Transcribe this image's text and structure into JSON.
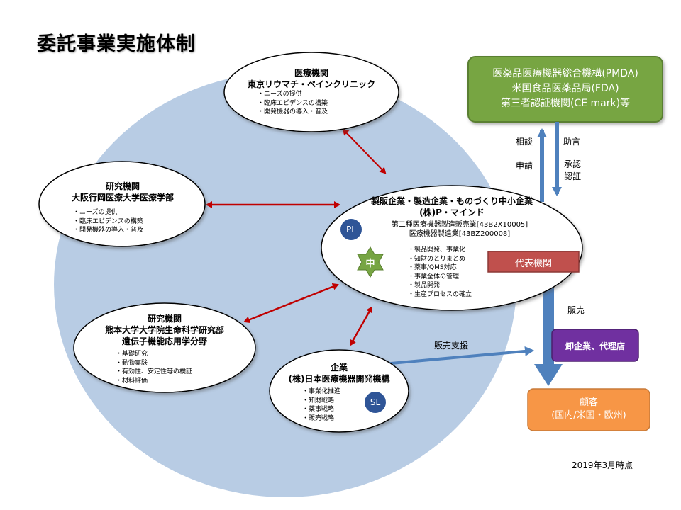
{
  "title": "委託事業実施体制",
  "regulators": {
    "line1": "医薬品医療機器総合機構(PMDA)",
    "line2": "米国食品医薬品局(FDA)",
    "line3": "第三者認証機関(CE mark)等"
  },
  "flow_labels": {
    "consult": "相談",
    "apply": "申請",
    "advice": "助言",
    "approve_line1": "承認",
    "approve_line2": "認証",
    "sales": "販売",
    "sales_support": "販売支援"
  },
  "clinic": {
    "role": "医療機関",
    "name": "東京リウマチ・ペインクリニック",
    "items": [
      "ニーズの提供",
      "臨床エビデンスの構築",
      "開発機器の導入・普及"
    ]
  },
  "osaka": {
    "role": "研究機関",
    "name": "大阪行岡医療大学医療学部",
    "items": [
      "ニーズの提供",
      "臨床エビデンスの構築",
      "開発機器の導入・普及"
    ]
  },
  "kumamoto": {
    "role": "研究機関",
    "name1": "熊本大学大学院生命科学研究部",
    "name2": "遺伝子機能応用学分野",
    "items": [
      "基礎研究",
      "動物実験",
      "有効性、安定性等の検証",
      "材料評価"
    ]
  },
  "nihon": {
    "role": "企業",
    "name": "(株)日本医療機器開発機構",
    "items": [
      "事業化推進",
      "知財戦略",
      "薬事戦略",
      "販売戦略"
    ],
    "badge": "SL"
  },
  "pmind": {
    "line1": "製販企業・製造企業・ものづくり中小企業",
    "line2": "(株)P・マインド",
    "license1": "第二種医療機器製造販売業[43B2X10005]",
    "license2": "医療機器製造業[43BZ200008]",
    "items": [
      "製品開発、事業化",
      "知財のとりまとめ",
      "薬事/QMS対応",
      "事業全体の管理",
      "製品開発",
      "生産プロセスの確立"
    ],
    "badge_pl": "PL",
    "badge_star": "中"
  },
  "representative": "代表機関",
  "distributor": "卸企業、代理店",
  "customer": {
    "line1": "顧客",
    "line2": "(国内/米国・欧州)"
  },
  "date": "2019年3月時点",
  "colors": {
    "background_circle": "#b8cce4",
    "regulator_fill": "#77a543",
    "arrow_blue": "#4f81bd",
    "arrow_red": "#c00000",
    "rep_fill": "#c0504d",
    "distributor_fill": "#7030a0",
    "customer_fill": "#f79646",
    "badge_fill": "#2f5597",
    "star_fill": "#77a543"
  }
}
